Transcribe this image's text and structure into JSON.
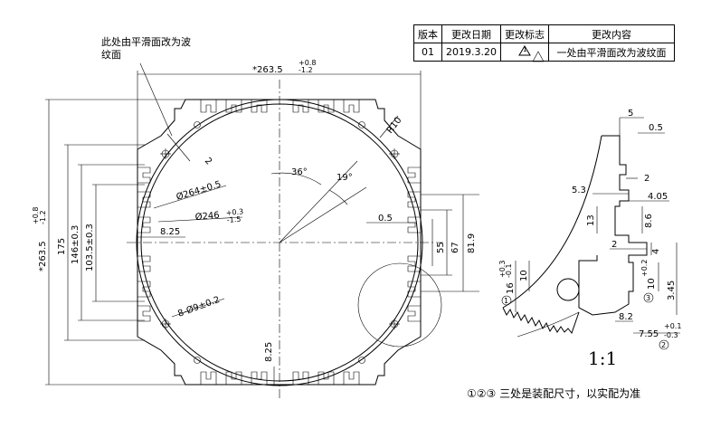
{
  "revision_table": {
    "headers": [
      "版本",
      "更改日期",
      "更改标志",
      "更改内容"
    ],
    "rows": [
      {
        "version": "01",
        "date": "2019.3.20",
        "mark": "1",
        "content": "一处由平滑面改为波纹面"
      }
    ]
  },
  "note_modification": "此处由平滑面改为波纹面",
  "main_view": {
    "dim_top_width": "*263.5",
    "dim_top_tol_upper": "+0.8",
    "dim_top_tol_lower": "-1.2",
    "dim_left_height": "*263.5",
    "dim_left_tol_upper": "+0.8",
    "dim_left_tol_lower": "-1.2",
    "dim_175": "175",
    "dim_146": "146±0.3",
    "dim_103": "103.5±0.3",
    "dim_r10": "R10",
    "dim_angle_36": "36°",
    "dim_angle_19": "19°",
    "dim_d264": "Ø264±0.5",
    "dim_d246": "Ø246",
    "dim_d246_upper": "+0.3",
    "dim_d246_lower": "-1.5",
    "dim_825_left": "8.25",
    "dim_825_bottom": "8.25",
    "dim_holes": "8-Ø9±0.2",
    "dim_05": "0.5",
    "dim_55": "55",
    "dim_67": "67",
    "dim_819": "81.9",
    "dim_2": "2"
  },
  "detail_view": {
    "scale": "1:1",
    "dim_5": "5",
    "dim_05": "0.5",
    "dim_2a": "2",
    "dim_53": "5.3",
    "dim_405": "4.05",
    "dim_13": "13",
    "dim_86": "8.6",
    "dim_2b": "2",
    "dim_4": "4",
    "dim_10": "10",
    "dim_16": "16",
    "dim_16_upper": "+0.3",
    "dim_16_lower": "-0.1",
    "dim_10_right": "10",
    "dim_10_right_tol": "+0.2",
    "dim_345": "3.45",
    "dim_82": "8.2",
    "dim_755": "7.55",
    "dim_755_upper": "+0.1",
    "dim_755_lower": "-0.3",
    "circle_1": "1",
    "circle_2": "2",
    "circle_3": "3"
  },
  "note_assembly": "①②③ 三处是装配尺寸，以实配为准"
}
